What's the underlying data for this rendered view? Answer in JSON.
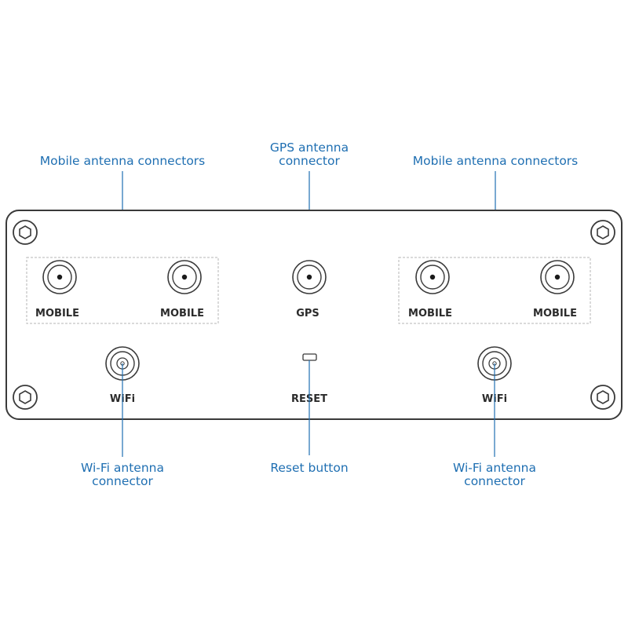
{
  "colors": {
    "callout_text": "#1f6fb2",
    "leader_line": "#1f6fb2",
    "panel_outline": "#3a3a3a",
    "port_label": "#2b2b2b",
    "group_border": "#b5b5b5"
  },
  "callouts": {
    "mobile_left": "Mobile antenna connectors",
    "gps_line1": "GPS antenna",
    "gps_line2": "connector",
    "mobile_right": "Mobile antenna connectors",
    "wifi_left_line1": "Wi-Fi antenna",
    "wifi_left_line2": "connector",
    "reset": "Reset button",
    "wifi_right_line1": "Wi-Fi antenna",
    "wifi_right_line2": "connector"
  },
  "ports": {
    "mobile_1": "MOBILE",
    "mobile_2": "MOBILE",
    "gps": "GPS",
    "mobile_3": "MOBILE",
    "mobile_4": "MOBILE",
    "wifi_left": "WiFi",
    "reset": "RESET",
    "wifi_right": "WiFi"
  },
  "icons": {
    "screws": "hex-screw-icon",
    "sma_connector": "sma-connector-icon",
    "reset_button": "reset-button-icon"
  }
}
